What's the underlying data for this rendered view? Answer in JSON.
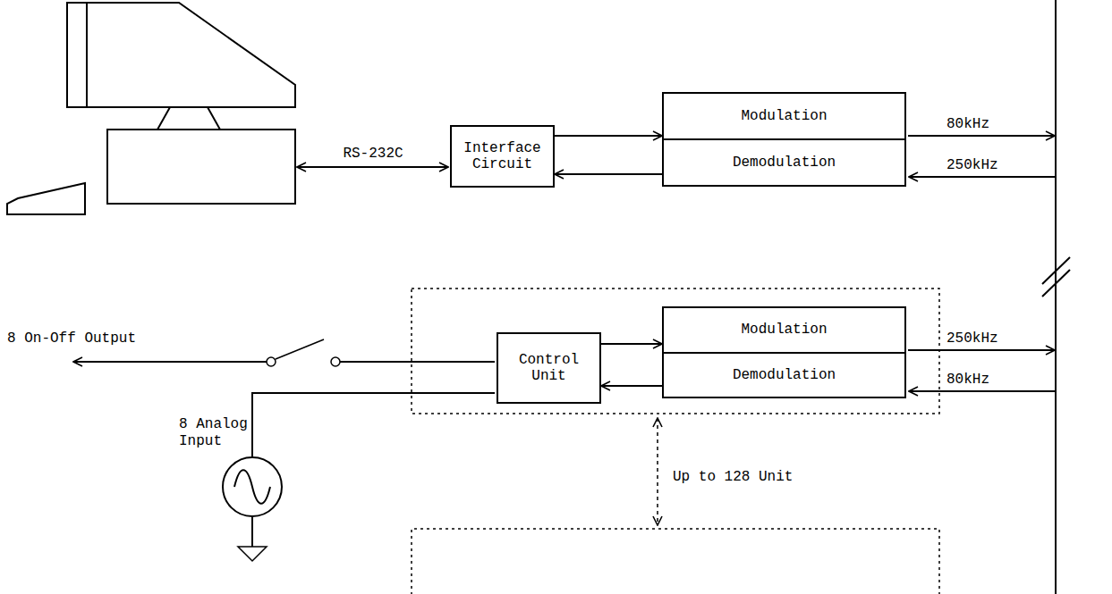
{
  "diagram": {
    "nodes": [
      {
        "text": [
          "Interface Circuit"
        ]
      },
      {
        "text": [
          "Modulation"
        ]
      },
      {
        "text": [
          "Demodulation"
        ]
      },
      {
        "text": [
          "Control Unit"
        ]
      },
      {
        "text": [
          "Modulation"
        ]
      },
      {
        "text": [
          "Demodulation"
        ]
      }
    ],
    "edges": [
      {
        "from": 0,
        "to": 1,
        "arrow": "to"
      },
      {
        "from": 2,
        "to": 0,
        "arrow": "to"
      },
      {
        "from": 3,
        "to": 4,
        "arrow": "to"
      },
      {
        "from": 5,
        "to": 3,
        "arrow": "to"
      }
    ],
    "labels": [
      "RS-232C",
      "80kHz",
      "250kHz",
      "8 On-Off Output",
      "250kHz",
      "80kHz",
      "8 Analog Input",
      "Up to 128 Unit"
    ]
  }
}
